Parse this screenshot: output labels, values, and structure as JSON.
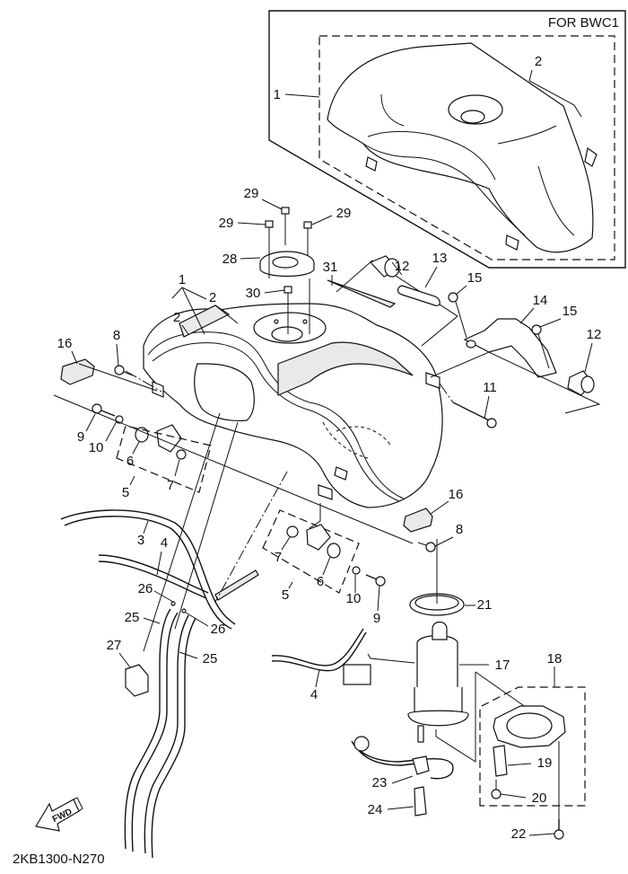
{
  "diagram": {
    "title": "Fuel tank exploded parts diagram",
    "inset_label": "FOR BWC1",
    "diagram_code": "2KB1300-N270",
    "fwd_label": "FWD",
    "callouts": {
      "inset_1": "1",
      "inset_2": "2",
      "c1": "1",
      "c2a": "2",
      "c2b": "2",
      "c3": "3",
      "c4a": "4",
      "c4b": "4",
      "c5a": "5",
      "c5b": "5",
      "c6a": "6",
      "c6b": "6",
      "c7a": "7",
      "c7b": "7",
      "c8a": "8",
      "c8b": "8",
      "c9a": "9",
      "c9b": "9",
      "c10a": "10",
      "c10b": "10",
      "c11": "11",
      "c12a": "12",
      "c12b": "12",
      "c13": "13",
      "c14": "14",
      "c15a": "15",
      "c15b": "15",
      "c16a": "16",
      "c16b": "16",
      "c17": "17",
      "c18": "18",
      "c19": "19",
      "c20": "20",
      "c21": "21",
      "c22": "22",
      "c23": "23",
      "c24": "24",
      "c25a": "25",
      "c25b": "25",
      "c26a": "26",
      "c26b": "26",
      "c27": "27",
      "c28": "28",
      "c29a": "29",
      "c29b": "29",
      "c29c": "29",
      "c30": "30",
      "c31": "31"
    }
  }
}
